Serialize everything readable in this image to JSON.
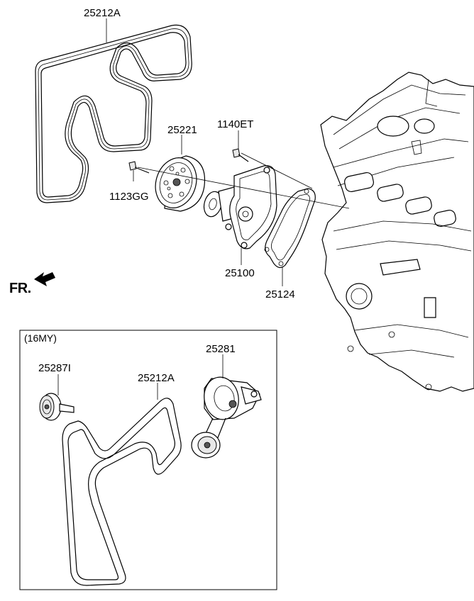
{
  "parts": {
    "belt_top": "25212A",
    "idler_pulley": "25221",
    "bolt_pump": "1140ET",
    "bolt_pulley": "1123GG",
    "water_pump": "25100",
    "gasket": "25124"
  },
  "front_indicator": "FR.",
  "inset": {
    "title": "(16MY)",
    "idler": "25287I",
    "belt": "25212A",
    "tensioner": "25281"
  }
}
